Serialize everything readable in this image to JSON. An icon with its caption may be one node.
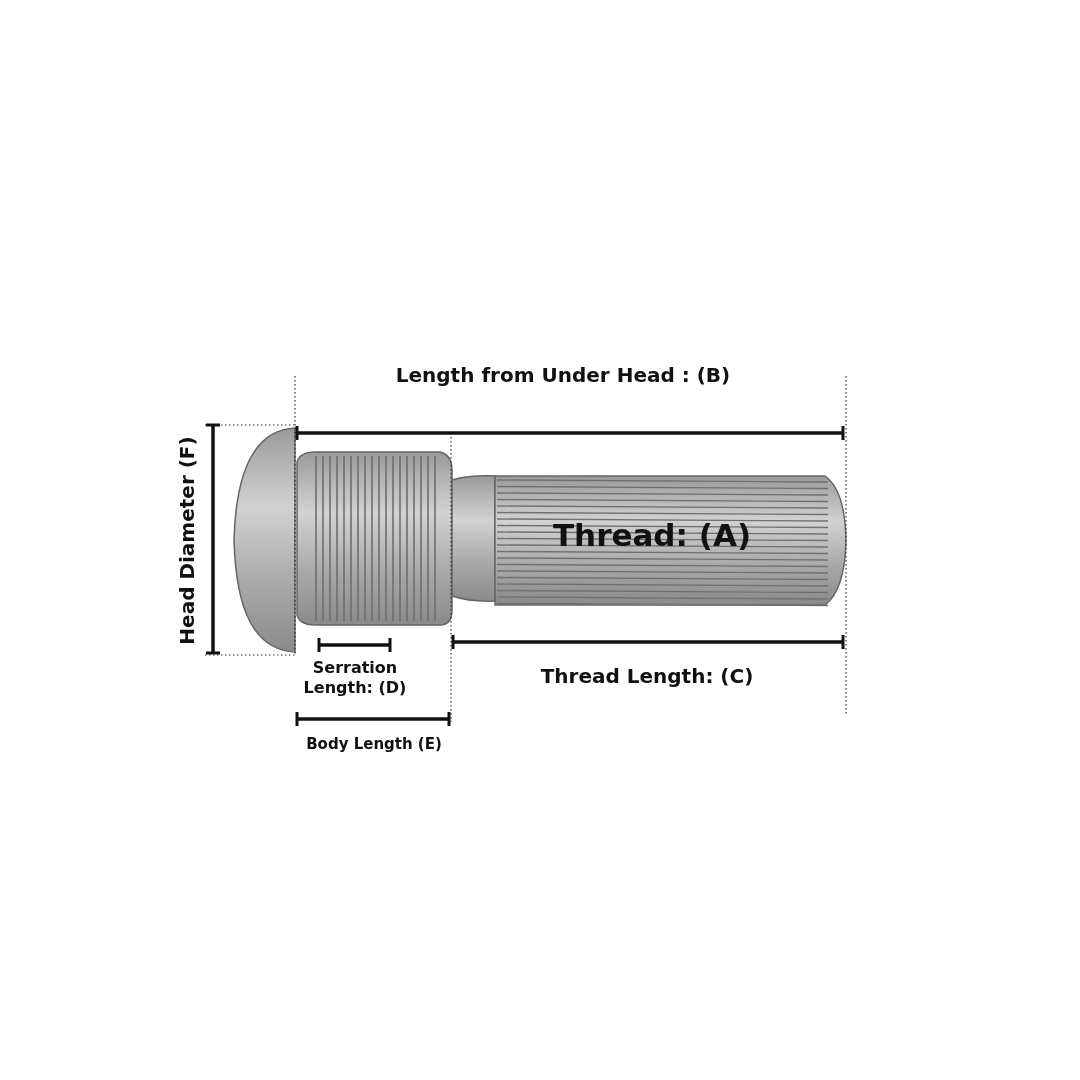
{
  "diagram": {
    "labels": [
      "Length from Under Head : (B)",
      "Head Diameter (F)",
      "Thread: (A)",
      "Serration Length: (D)",
      "Thread Length: (C)",
      "Body Length (E)"
    ]
  }
}
